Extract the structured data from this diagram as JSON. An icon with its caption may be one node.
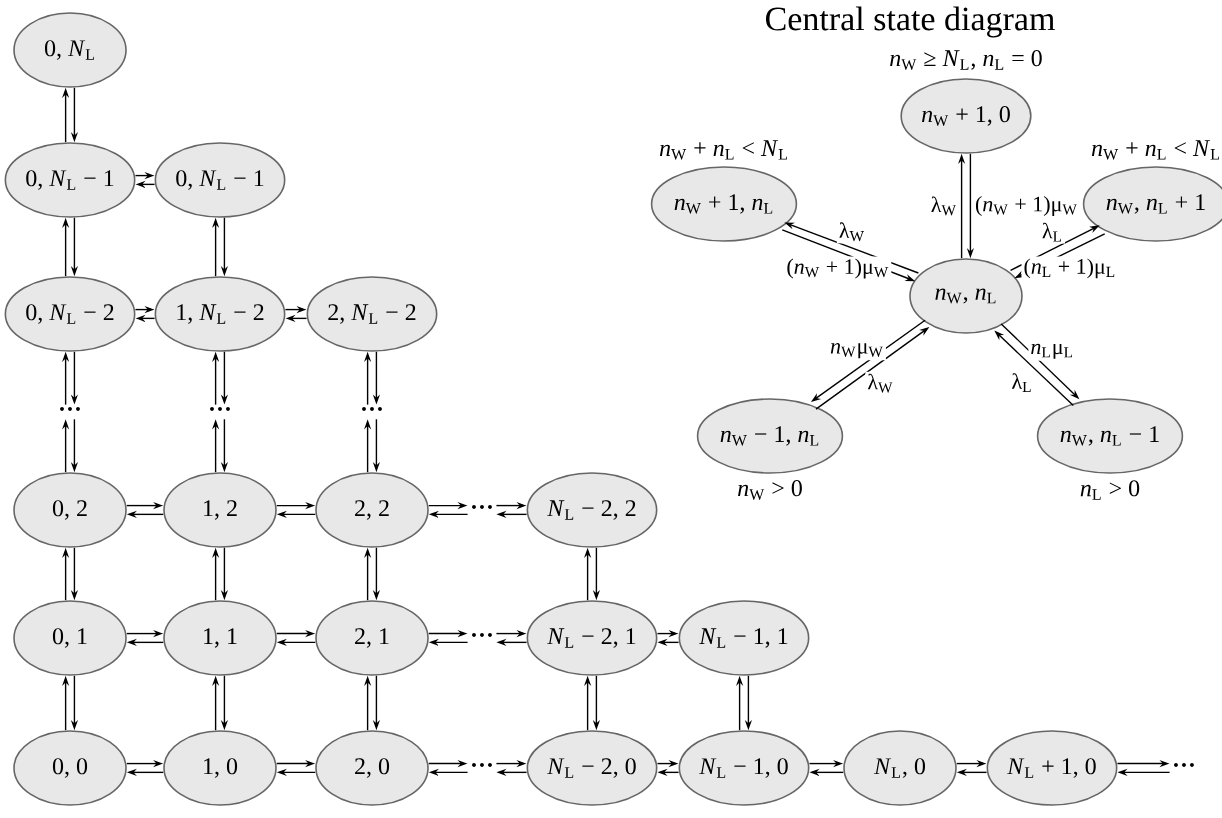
{
  "diagram": {
    "title": "Central state diagram",
    "nodes": [
      {
        "text": [
          "0, *N*$_{L}$"
        ]
      },
      {
        "text": [
          "0, *N*$_{L}$ − 1"
        ]
      },
      {
        "text": [
          "0, *N*$_{L}$ − 1"
        ]
      },
      {
        "text": [
          "0, *N*$_{L}$ − 2"
        ]
      },
      {
        "text": [
          "1, *N*$_{L}$ − 2"
        ]
      },
      {
        "text": [
          "2, *N*$_{L}$ − 2"
        ]
      },
      {
        "text": [
          "···"
        ]
      },
      {
        "text": [
          "···"
        ]
      },
      {
        "text": [
          "···"
        ]
      },
      {
        "text": [
          "0, 2"
        ]
      },
      {
        "text": [
          "1, 2"
        ]
      },
      {
        "text": [
          "2, 2"
        ]
      },
      {
        "text": [
          "···"
        ]
      },
      {
        "text": [
          "*N*$_{L}$ − 2, 2"
        ]
      },
      {
        "text": [
          "0, 1"
        ]
      },
      {
        "text": [
          "1, 1"
        ]
      },
      {
        "text": [
          "2, 1"
        ]
      },
      {
        "text": [
          "···"
        ]
      },
      {
        "text": [
          "*N*$_{L}$ − 2, 1"
        ]
      },
      {
        "text": [
          "*N*$_{L}$ − 1, 1"
        ]
      },
      {
        "text": [
          "0, 0"
        ]
      },
      {
        "text": [
          "1, 0"
        ]
      },
      {
        "text": [
          "2, 0"
        ]
      },
      {
        "text": [
          "···"
        ]
      },
      {
        "text": [
          "*N*$_{L}$ − 2, 0"
        ]
      },
      {
        "text": [
          "*N*$_{L}$ − 1, 0"
        ]
      },
      {
        "text": [
          "*N*$_{L}$, 0"
        ]
      },
      {
        "text": [
          "*N*$_{L}$ + 1, 0"
        ]
      },
      {
        "text": [
          "···"
        ]
      },
      {
        "text": [
          "*n*$_{W}$ + 1, 0"
        ],
        "beside": [
          "*n*$_{W}$ ≥ *N*$_{L}$, *n*$_{L}$ = 0"
        ]
      },
      {
        "text": [
          "*n*$_{W}$ + 1, *n*$_{L}$"
        ],
        "beside": [
          "*n*$_{W}$ + *n*$_{L}$ < *N*$_{L}$"
        ]
      },
      {
        "text": [
          "*n*$_{W}$, *n*$_{L}$ + 1"
        ],
        "beside": [
          "*n*$_{W}$ + *n*$_{L}$ < *N*$_{L}$"
        ]
      },
      {
        "text": [
          "*n*$_{W}$, *n*$_{L}$"
        ]
      },
      {
        "text": [
          "*n*$_{W}$ − 1, *n*$_{L}$"
        ],
        "beside": [
          "*n*$_{W}$ > 0"
        ]
      },
      {
        "text": [
          "*n*$_{W}$, *n*$_{L}$ − 1"
        ],
        "beside": [
          "*n*$_{L}$ > 0"
        ]
      }
    ],
    "edges": [
      {
        "from": 1,
        "to": 0,
        "arrow": "to"
      },
      {
        "from": 0,
        "to": 1,
        "arrow": "to"
      },
      {
        "from": 1,
        "to": 2,
        "arrow": "to"
      },
      {
        "from": 2,
        "to": 1,
        "arrow": "to"
      },
      {
        "from": 3,
        "to": 1,
        "arrow": "to"
      },
      {
        "from": 1,
        "to": 3,
        "arrow": "to"
      },
      {
        "from": 4,
        "to": 2,
        "arrow": "to"
      },
      {
        "from": 2,
        "to": 4,
        "arrow": "to"
      },
      {
        "from": 3,
        "to": 4,
        "arrow": "to"
      },
      {
        "from": 4,
        "to": 3,
        "arrow": "to"
      },
      {
        "from": 4,
        "to": 5,
        "arrow": "to"
      },
      {
        "from": 5,
        "to": 4,
        "arrow": "to"
      },
      {
        "from": 6,
        "to": 3,
        "arrow": "to"
      },
      {
        "from": 3,
        "to": 6,
        "arrow": "to"
      },
      {
        "from": 7,
        "to": 4,
        "arrow": "to"
      },
      {
        "from": 4,
        "to": 7,
        "arrow": "to"
      },
      {
        "from": 8,
        "to": 5,
        "arrow": "to"
      },
      {
        "from": 5,
        "to": 8,
        "arrow": "to"
      },
      {
        "from": 9,
        "to": 6,
        "arrow": "to"
      },
      {
        "from": 6,
        "to": 9,
        "arrow": "to"
      },
      {
        "from": 10,
        "to": 7,
        "arrow": "to"
      },
      {
        "from": 7,
        "to": 10,
        "arrow": "to"
      },
      {
        "from": 11,
        "to": 8,
        "arrow": "to"
      },
      {
        "from": 8,
        "to": 11,
        "arrow": "to"
      },
      {
        "from": 9,
        "to": 10,
        "arrow": "to"
      },
      {
        "from": 10,
        "to": 9,
        "arrow": "to"
      },
      {
        "from": 10,
        "to": 11,
        "arrow": "to"
      },
      {
        "from": 11,
        "to": 10,
        "arrow": "to"
      },
      {
        "from": 11,
        "to": 12,
        "arrow": "to"
      },
      {
        "from": 12,
        "to": 11,
        "arrow": "to"
      },
      {
        "from": 12,
        "to": 13,
        "arrow": "to"
      },
      {
        "from": 13,
        "to": 12,
        "arrow": "to"
      },
      {
        "from": 14,
        "to": 9,
        "arrow": "to"
      },
      {
        "from": 9,
        "to": 14,
        "arrow": "to"
      },
      {
        "from": 15,
        "to": 10,
        "arrow": "to"
      },
      {
        "from": 10,
        "to": 15,
        "arrow": "to"
      },
      {
        "from": 16,
        "to": 11,
        "arrow": "to"
      },
      {
        "from": 11,
        "to": 16,
        "arrow": "to"
      },
      {
        "from": 18,
        "to": 13,
        "arrow": "to"
      },
      {
        "from": 13,
        "to": 18,
        "arrow": "to"
      },
      {
        "from": 14,
        "to": 15,
        "arrow": "to"
      },
      {
        "from": 15,
        "to": 14,
        "arrow": "to"
      },
      {
        "from": 15,
        "to": 16,
        "arrow": "to"
      },
      {
        "from": 16,
        "to": 15,
        "arrow": "to"
      },
      {
        "from": 16,
        "to": 17,
        "arrow": "to"
      },
      {
        "from": 17,
        "to": 16,
        "arrow": "to"
      },
      {
        "from": 17,
        "to": 18,
        "arrow": "to"
      },
      {
        "from": 18,
        "to": 17,
        "arrow": "to"
      },
      {
        "from": 18,
        "to": 19,
        "arrow": "to"
      },
      {
        "from": 19,
        "to": 18,
        "arrow": "to"
      },
      {
        "from": 20,
        "to": 14,
        "arrow": "to"
      },
      {
        "from": 14,
        "to": 20,
        "arrow": "to"
      },
      {
        "from": 21,
        "to": 15,
        "arrow": "to"
      },
      {
        "from": 15,
        "to": 21,
        "arrow": "to"
      },
      {
        "from": 22,
        "to": 16,
        "arrow": "to"
      },
      {
        "from": 16,
        "to": 22,
        "arrow": "to"
      },
      {
        "from": 24,
        "to": 18,
        "arrow": "to"
      },
      {
        "from": 18,
        "to": 24,
        "arrow": "to"
      },
      {
        "from": 25,
        "to": 19,
        "arrow": "to"
      },
      {
        "from": 19,
        "to": 25,
        "arrow": "to"
      },
      {
        "from": 20,
        "to": 21,
        "arrow": "to"
      },
      {
        "from": 21,
        "to": 20,
        "arrow": "to"
      },
      {
        "from": 21,
        "to": 22,
        "arrow": "to"
      },
      {
        "from": 22,
        "to": 21,
        "arrow": "to"
      },
      {
        "from": 22,
        "to": 23,
        "arrow": "to"
      },
      {
        "from": 23,
        "to": 22,
        "arrow": "to"
      },
      {
        "from": 23,
        "to": 24,
        "arrow": "to"
      },
      {
        "from": 24,
        "to": 23,
        "arrow": "to"
      },
      {
        "from": 24,
        "to": 25,
        "arrow": "to"
      },
      {
        "from": 25,
        "to": 24,
        "arrow": "to"
      },
      {
        "from": 25,
        "to": 26,
        "arrow": "to"
      },
      {
        "from": 26,
        "to": 25,
        "arrow": "to"
      },
      {
        "from": 26,
        "to": 27,
        "arrow": "to"
      },
      {
        "from": 27,
        "to": 26,
        "arrow": "to"
      },
      {
        "from": 27,
        "to": 28,
        "arrow": "to"
      },
      {
        "from": 28,
        "to": 27,
        "arrow": "to"
      },
      {
        "from": 32,
        "to": 29,
        "arrow": "to",
        "label": "λ$_{W}$"
      },
      {
        "from": 29,
        "to": 32,
        "arrow": "to",
        "label": "(*n*$_{W}$ + 1)μ$_{W}$"
      },
      {
        "from": 32,
        "to": 30,
        "arrow": "to",
        "label": "λ$_{W}$"
      },
      {
        "from": 30,
        "to": 32,
        "arrow": "to",
        "label": "(*n*$_{W}$ + 1)μ$_{W}$"
      },
      {
        "from": 32,
        "to": 31,
        "arrow": "to",
        "label": "λ$_{L}$"
      },
      {
        "from": 31,
        "to": 32,
        "arrow": "to",
        "label": "(*n*$_{L}$ + 1)μ$_{L}$"
      },
      {
        "from": 32,
        "to": 33,
        "arrow": "to",
        "label": "*n*$_{W}$μ$_{W}$"
      },
      {
        "from": 33,
        "to": 32,
        "arrow": "to",
        "label": "λ$_{W}$"
      },
      {
        "from": 32,
        "to": 34,
        "arrow": "to",
        "label": "*n*$_{L}$μ$_{L}$"
      },
      {
        "from": 34,
        "to": 32,
        "arrow": "to",
        "label": "λ$_{L}$"
      }
    ]
  }
}
